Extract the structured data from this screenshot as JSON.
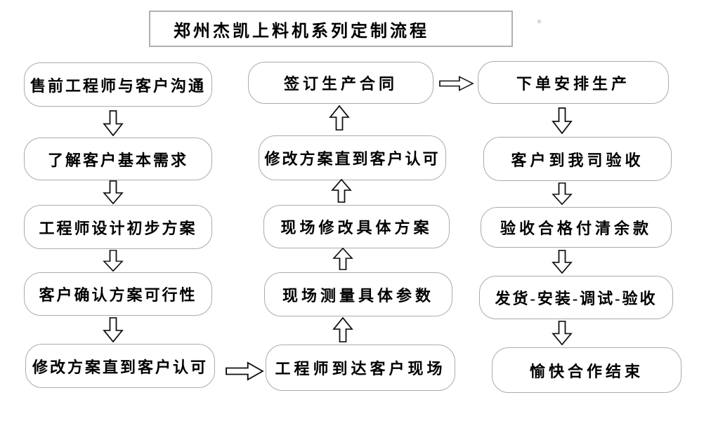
{
  "title": "郑州杰凯上料机系列定制流程",
  "left_column": {
    "steps": [
      "售前工程师与客户沟通",
      "了解客户基本需求",
      "工程师设计初步方案",
      "客户确认方案可行性",
      "修改方案直到客户认可"
    ]
  },
  "middle_column": {
    "steps": [
      "签订生产合同",
      "修改方案直到客户认可",
      "现场修改具体方案",
      "现场测量具体参数",
      "工程师到达客户现场"
    ]
  },
  "right_column": {
    "steps": [
      "下单安排生产",
      "客户到我司验收",
      "验收合格付清余款",
      "发货-安装-调试-验收",
      "愉快合作结束"
    ]
  },
  "icons": {
    "down_arrow": "hollow-block-arrow-down",
    "up_arrow": "hollow-block-arrow-up",
    "right_arrow": "hollow-block-arrow-right"
  },
  "colors": {
    "background": "#ffffff",
    "box_fill": "#ffffff",
    "box_border": "#ababab",
    "title_border": "#b0b0b0",
    "arrow_outline": "#111111",
    "text": "#000000"
  }
}
